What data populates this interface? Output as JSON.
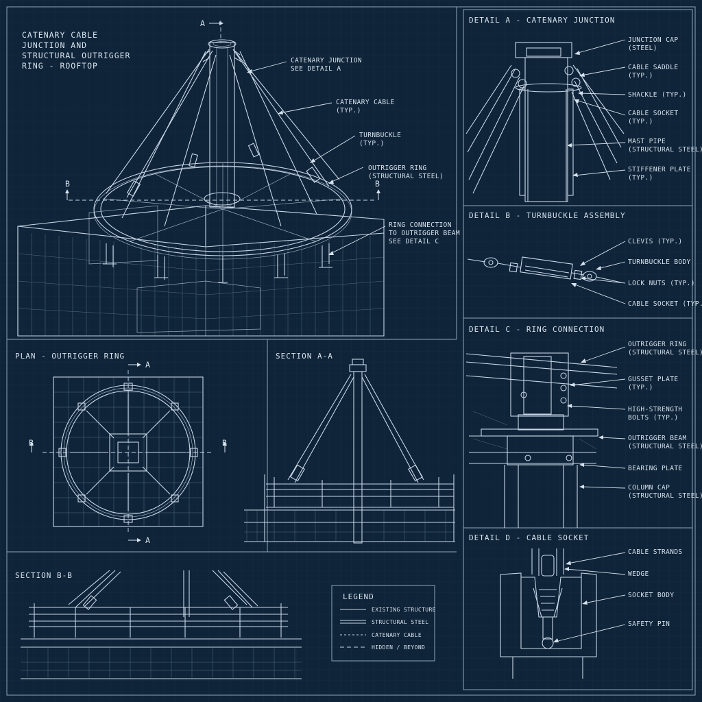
{
  "main": {
    "title_lines": [
      "CATENARY CABLE",
      "JUNCTION AND",
      "STRUCTURAL OUTRIGGER",
      "RING - ROOFTOP"
    ],
    "labels": [
      [
        "CATENARY JUNCTION",
        "SEE DETAIL A"
      ],
      [
        "CATENARY CABLE",
        "(TYP.)"
      ],
      [
        "TURNBUCKLE",
        "(TYP.)"
      ],
      [
        "OUTRIGGER RING",
        "(STRUCTURAL STEEL)"
      ],
      [
        "RING CONNECTION",
        "TO OUTRIGGER BEAM",
        "SEE DETAIL C"
      ]
    ],
    "section_marks": {
      "a": "A",
      "b_left": "B",
      "b_right": "B"
    }
  },
  "detail_a": {
    "title": "DETAIL A - CATENARY JUNCTION",
    "labels": [
      [
        "JUNCTION CAP",
        "(STEEL)"
      ],
      [
        "CABLE SADDLE",
        "(TYP.)"
      ],
      [
        "SHACKLE (TYP.)"
      ],
      [
        "CABLE SOCKET",
        "(TYP.)"
      ],
      [
        "MAST PIPE",
        "(STRUCTURAL STEEL)"
      ],
      [
        "STIFFENER PLATE",
        "(TYP.)"
      ]
    ]
  },
  "detail_b": {
    "title": "DETAIL B - TURNBUCKLE ASSEMBLY",
    "labels": [
      [
        "CLEVIS (TYP.)"
      ],
      [
        "TURNBUCKLE BODY"
      ],
      [
        "LOCK NUTS (TYP.)"
      ],
      [
        "CABLE SOCKET (TYP.)"
      ]
    ]
  },
  "detail_c": {
    "title": "DETAIL C - RING CONNECTION",
    "labels": [
      [
        "OUTRIGGER RING",
        "(STRUCTURAL STEEL)"
      ],
      [
        "GUSSET PLATE",
        "(TYP.)"
      ],
      [
        "HIGH-STRENGTH",
        "BOLTS (TYP.)"
      ],
      [
        "OUTRIGGER BEAM",
        "(STRUCTURAL STEEL)"
      ],
      [
        "BEARING PLATE"
      ],
      [
        "COLUMN CAP",
        "(STRUCTURAL STEEL)"
      ]
    ]
  },
  "detail_d": {
    "title": "DETAIL D - CABLE SOCKET",
    "labels": [
      [
        "CABLE STRANDS"
      ],
      [
        "WEDGE"
      ],
      [
        "SOCKET BODY"
      ],
      [
        "SAFETY PIN"
      ]
    ]
  },
  "plan": {
    "title": "PLAN - OUTRIGGER RING",
    "marks": {
      "a_top": "A",
      "a_bottom": "A",
      "b_left": "B",
      "b_right": "B"
    }
  },
  "section_aa": {
    "title": "SECTION A-A"
  },
  "section_bb": {
    "title": "SECTION B-B"
  },
  "legend": {
    "title": "LEGEND",
    "items": [
      {
        "label": "EXISTING STRUCTURE",
        "style": "solid"
      },
      {
        "label": "STRUCTURAL STEEL",
        "style": "double"
      },
      {
        "label": "CATENARY CABLE",
        "style": "dashdot"
      },
      {
        "label": "HIDDEN / BEYOND",
        "style": "dashed"
      }
    ]
  },
  "colors": {
    "background": "#0f2438",
    "line": "#c8d8e8",
    "frame": "#8ea6bd"
  }
}
